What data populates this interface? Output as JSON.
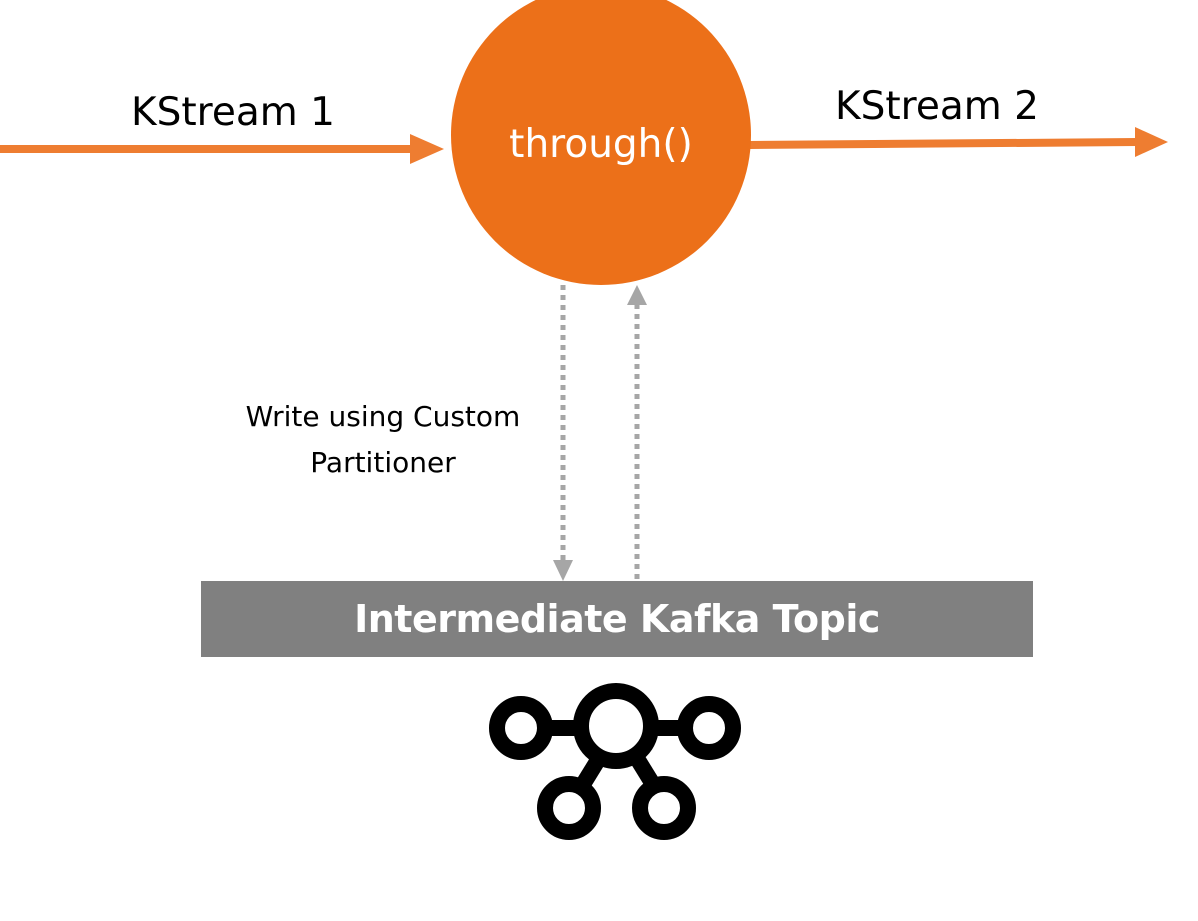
{
  "input_stream": {
    "label": "KStream 1"
  },
  "output_stream": {
    "label": "KStream 2"
  },
  "operator": {
    "label": "through()"
  },
  "write_note": {
    "line1": "Write using Custom",
    "line2": "Partitioner"
  },
  "topic": {
    "label": "Intermediate Kafka Topic"
  },
  "icons": {
    "kafka": "kafka-logo-icon"
  },
  "colors": {
    "accent": "#EC7019",
    "arrow": "#EE7D31",
    "topic_bar": "#808080",
    "dotted": "#A6A6A6",
    "logo": "#000000"
  }
}
